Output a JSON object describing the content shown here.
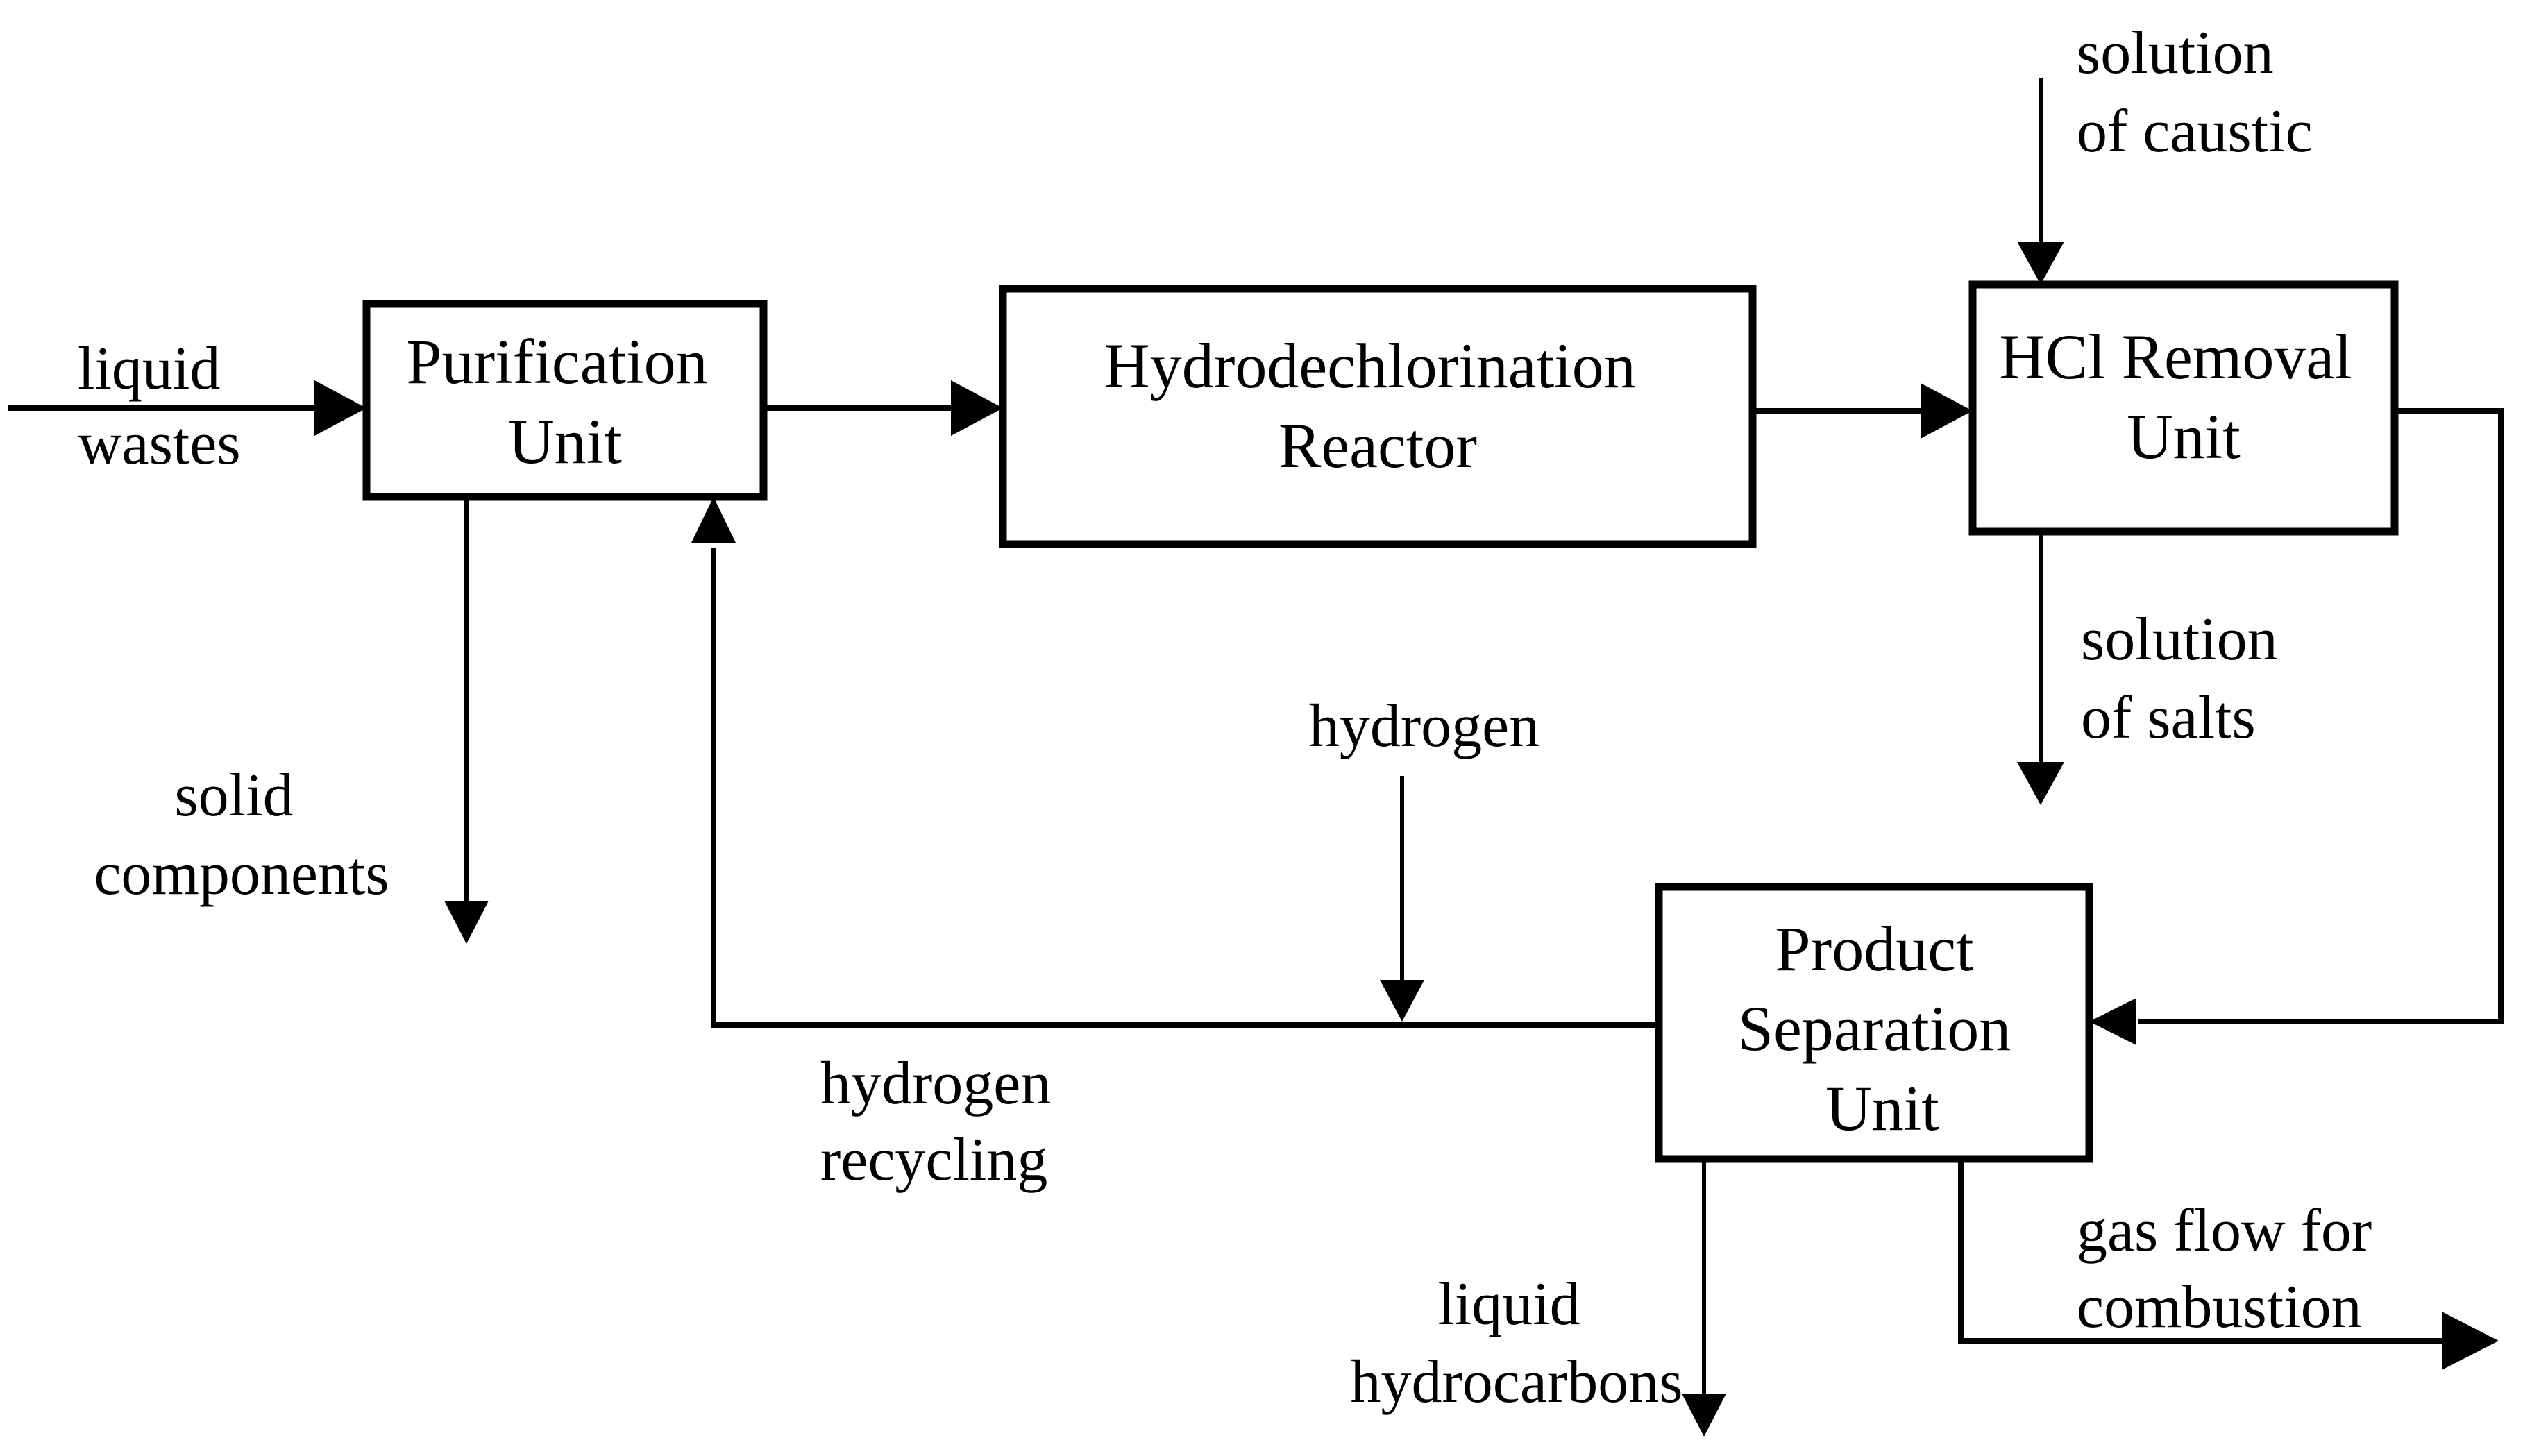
{
  "diagram": {
    "title": "liquid wastes hydrodechlorination process flow diagram",
    "colors": {
      "ink": "#000000",
      "background": "#ffffff"
    },
    "boxes": {
      "purification": {
        "line1": "Purification",
        "line2": "Unit"
      },
      "reactor": {
        "line1": "Hydrodechlorination",
        "line2": "Reactor"
      },
      "hcl_removal": {
        "line1": "HCl Removal",
        "line2": "Unit"
      },
      "product_separation": {
        "line1": "Product",
        "line2": "Separation",
        "line3": "Unit"
      }
    },
    "streams": {
      "liquid_wastes": {
        "line1": "liquid",
        "line2": "wastes"
      },
      "solution_of_caustic": {
        "line1": "solution",
        "line2": "of caustic"
      },
      "solution_of_salts": {
        "line1": "solution",
        "line2": "of salts"
      },
      "hydrogen": {
        "line1": "hydrogen"
      },
      "hydrogen_recycling": {
        "line1": "hydrogen",
        "line2": "recycling"
      },
      "solid_components": {
        "line1": "solid",
        "line2": "components"
      },
      "liquid_hydrocarbons": {
        "line1": "liquid",
        "line2": "hydrocarbons"
      },
      "gas_flow_for_combustion": {
        "line1": "gas flow for",
        "line2": "combustion"
      }
    }
  }
}
